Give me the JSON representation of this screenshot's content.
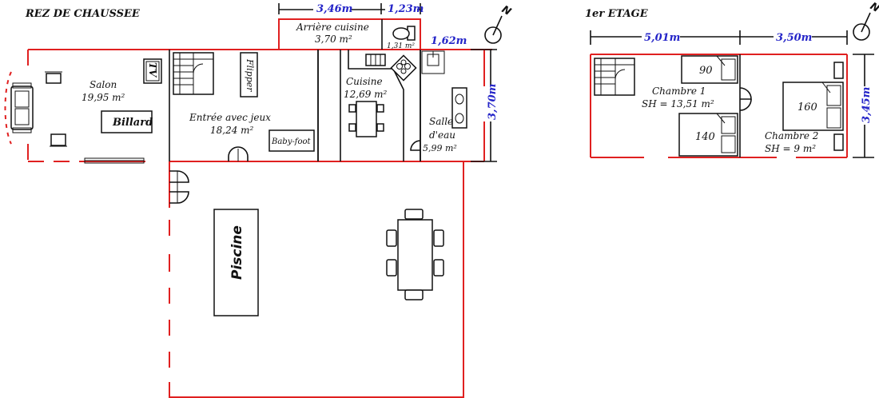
{
  "ground_floor": {
    "title": "REZ DE CHAUSSEE",
    "rooms": {
      "salon": {
        "name": "Salon",
        "area": "19,95 m²"
      },
      "entree": {
        "name": "Entrée avec jeux",
        "area": "18,24 m²"
      },
      "arriere": {
        "name": "Arrière cuisine",
        "area": "3,70 m²"
      },
      "wc": {
        "area": "1,31 m²"
      },
      "cuisine": {
        "name": "Cuisine",
        "area": "12,69 m²"
      },
      "salle_line1": "Salle",
      "salle_line2": "d'eau",
      "salle_area": "5,99 m²"
    },
    "items": {
      "tv": "TV",
      "billard": "Billard",
      "flipper": "Flipper",
      "babyfoot": "Baby-foot",
      "piscine": "Piscine"
    },
    "dims": {
      "d1": "3,46m",
      "d2": "1,23m",
      "d3": "1,62m",
      "d4": "3,70m"
    },
    "north": "N"
  },
  "first_floor": {
    "title": "1er ETAGE",
    "dims": {
      "d1": "5,01m",
      "d2": "3,50m",
      "d3": "3,45m"
    },
    "beds": {
      "b1": "90",
      "b2": "140",
      "b3": "160"
    },
    "chambre1": {
      "name": "Chambre 1",
      "area": "SH = 13,51 m²"
    },
    "chambre2": {
      "name": "Chambre 2",
      "area": "SH = 9 m²"
    },
    "north": "N"
  },
  "colors": {
    "wall": "#e02020",
    "dimension": "#2424c8",
    "line": "#111111"
  }
}
